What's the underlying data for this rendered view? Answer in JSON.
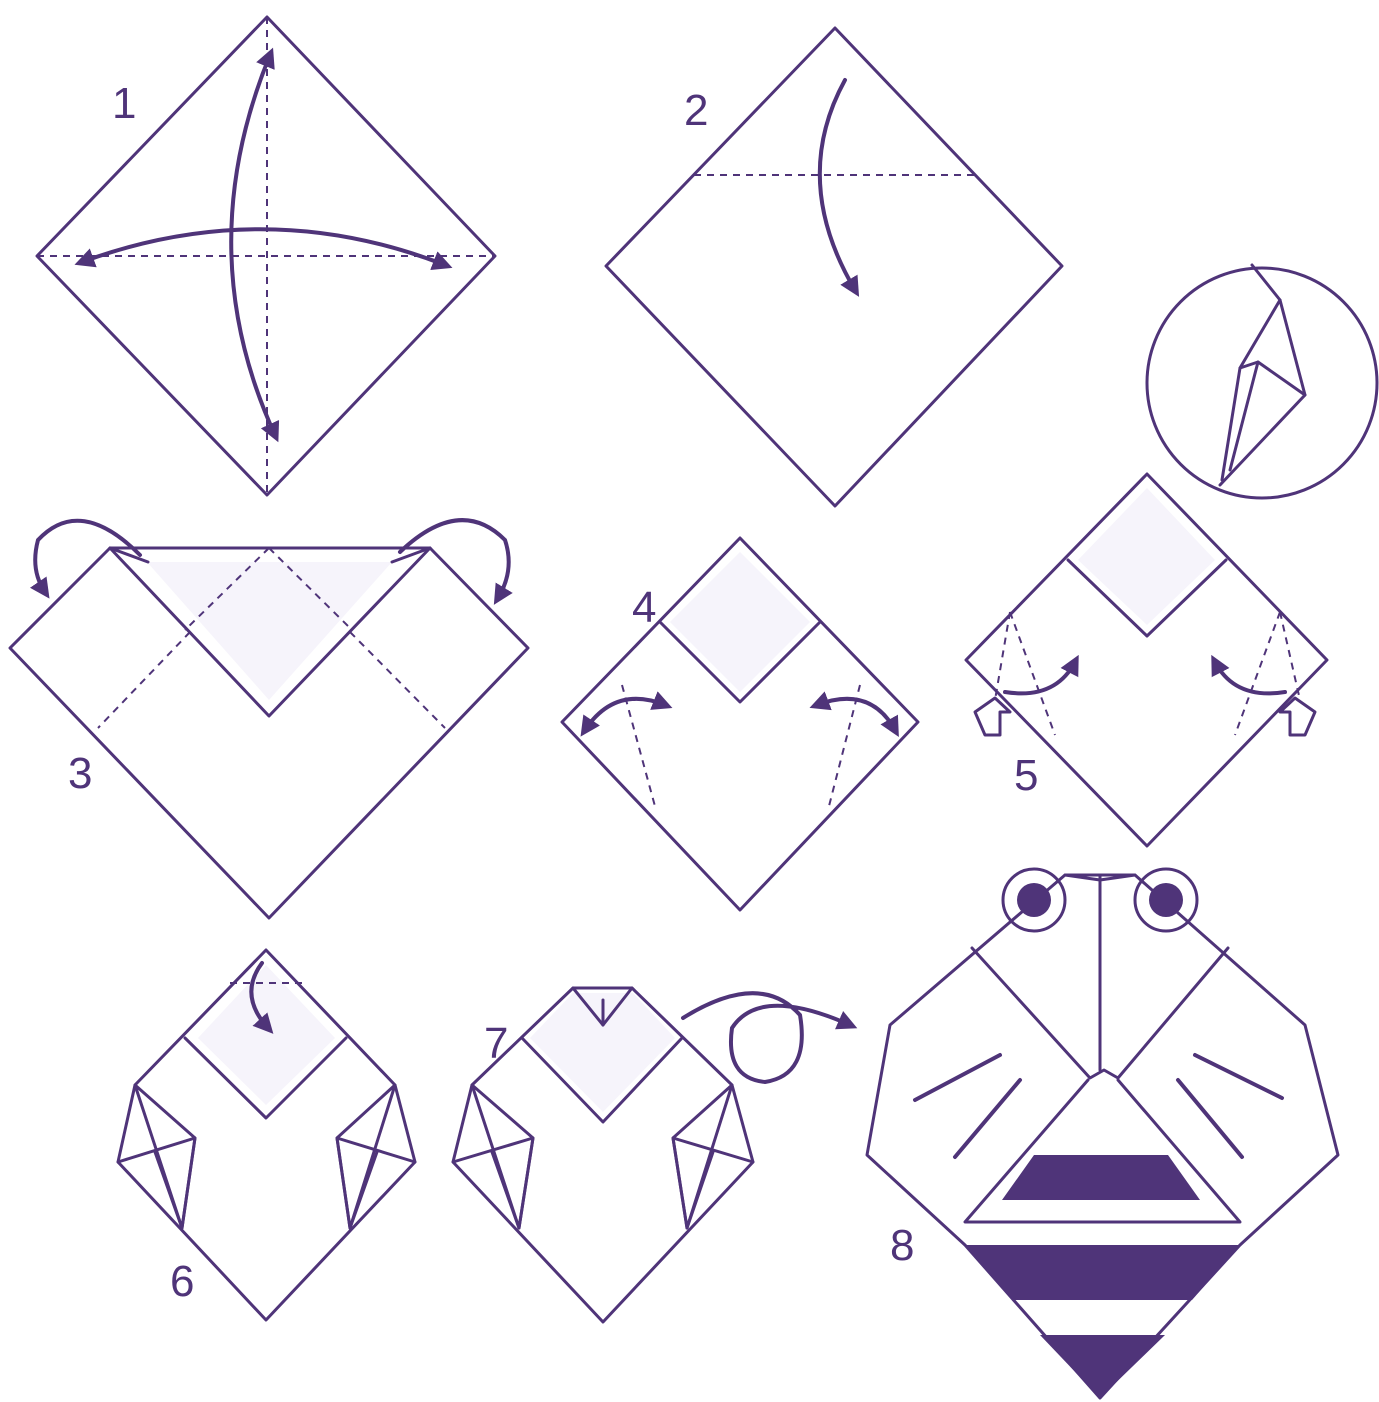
{
  "colors": {
    "ink": "#4f3479",
    "paper": "#ffffff",
    "shade": "#f6f4fb"
  },
  "steps": [
    {
      "label": "1"
    },
    {
      "label": "2"
    },
    {
      "label": "3"
    },
    {
      "label": "4"
    },
    {
      "label": "5"
    },
    {
      "label": "6"
    },
    {
      "label": "7"
    },
    {
      "label": "8"
    }
  ]
}
